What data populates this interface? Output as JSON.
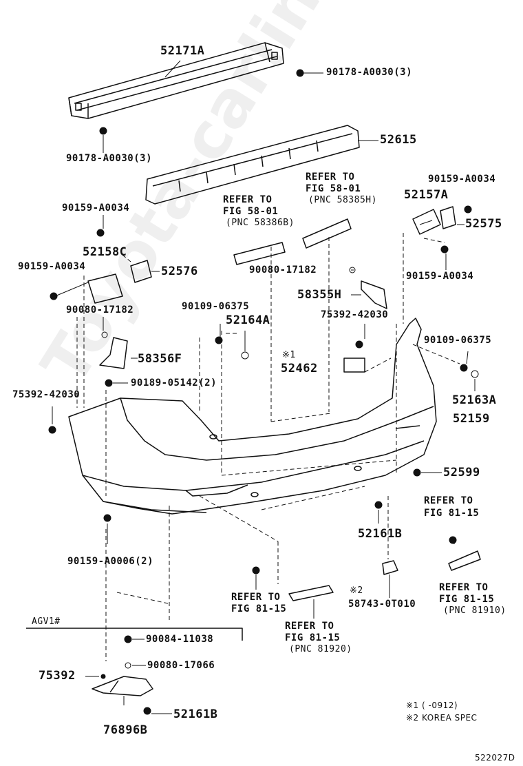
{
  "labels": {
    "p52171A": "52171A",
    "p90178_top": "90178-A0030(3)",
    "p90178_left": "90178-A0030(3)",
    "p52615": "52615",
    "refer_5801_a1": "REFER TO",
    "refer_5801_a2": "FIG 58-01",
    "refer_5801_a3": "(PNC 58385H)",
    "refer_5801_b1": "REFER TO",
    "refer_5801_b2": "FIG 58-01",
    "refer_5801_b3": "(PNC 58386B)",
    "p90159_r_top": "90159-A0034",
    "p52157A": "52157A",
    "p52575": "52575",
    "p90159_r_bot": "90159-A0034",
    "p90159_l_top": "90159-A0034",
    "p52158C": "52158C",
    "p90159_l_mid": "90159-A0034",
    "p52576": "52576",
    "p90080_mid": "90080-17182",
    "p58355H": "58355H",
    "p90109_left": "90109-06375",
    "p52164A": "52164A",
    "p75392_right": "75392-42030",
    "p90109_right": "90109-06375",
    "p90080_left": "90080-17182",
    "mark1": "※1",
    "p52462": "52462",
    "p58356F": "58356F",
    "p52163A": "52163A",
    "p90189": "90189-05142(2)",
    "p75392_left": "75392-42030",
    "p52159": "52159",
    "p52599": "52599",
    "refer_8115_a1": "REFER TO",
    "refer_8115_a2": "FIG 81-15",
    "p52161B_mid": "52161B",
    "p90159_a0006": "90159-A0006(2)",
    "refer_8115_b1": "REFER TO",
    "refer_8115_b2": "FIG 81-15",
    "refer_8115_c1": "REFER TO",
    "refer_8115_c2": "FIG 81-15",
    "refer_8115_c3": "(PNC 81910)",
    "mark2": "※2",
    "p58743": "58743-0T010",
    "refer_8115_d1": "REFER TO",
    "refer_8115_d2": "FIG 81-15",
    "refer_8115_d3": "(PNC 81920)",
    "agv1": "AGV1#",
    "p90084": "90084-11038",
    "p90080_bot": "90080-17066",
    "p75392_bot": "75392",
    "p52161B_bot": "52161B",
    "p76896B": "76896B",
    "note1": "※1 (      -0912)",
    "note2": "※2 KOREA SPEC",
    "fig_code": "522027D",
    "watermark": "Toyota-carline.ru"
  },
  "colors": {
    "line": "#111111",
    "fill": "#ffffff",
    "watermark": "#000000"
  }
}
